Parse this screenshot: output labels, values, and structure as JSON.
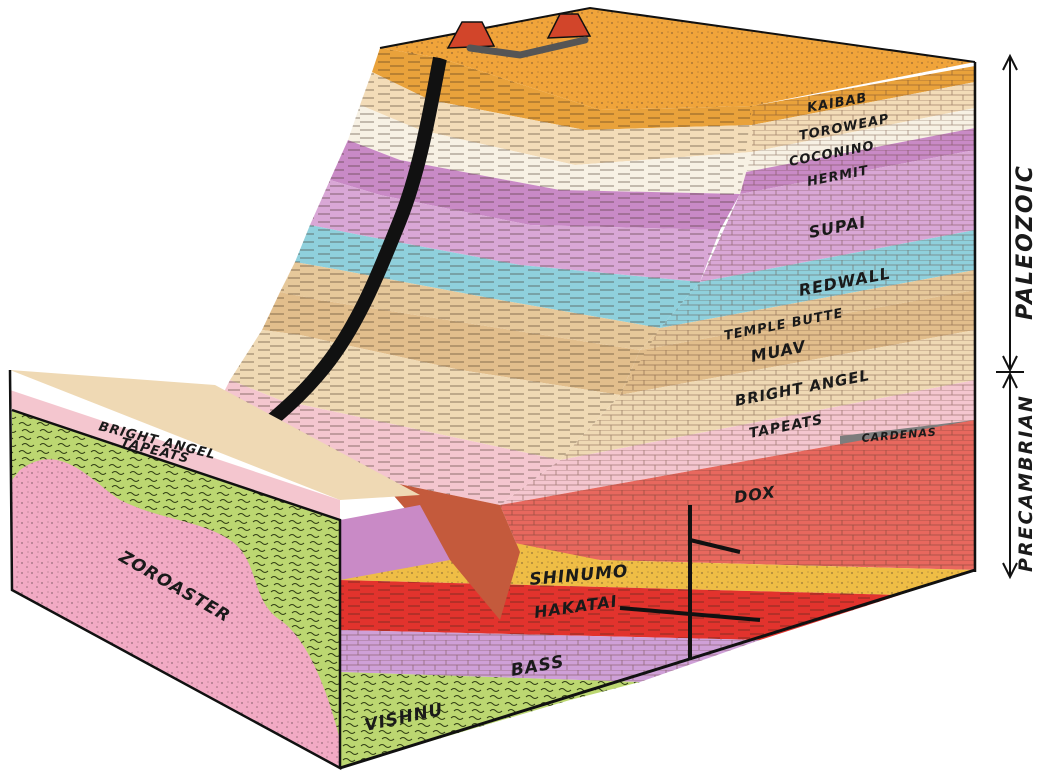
{
  "paleozoic_layers": [
    {
      "name": "KAIBAB",
      "color": "#e9a23b"
    },
    {
      "name": "TOROWEAP",
      "color": "#f3dcb8"
    },
    {
      "name": "COCONINO",
      "color": "#f7f1e4"
    },
    {
      "name": "HERMIT",
      "color": "#c98ac6"
    },
    {
      "name": "SUPAI",
      "color": "#d9a7d6"
    },
    {
      "name": "REDWALL",
      "color": "#8fd0dc"
    },
    {
      "name": "TEMPLE BUTTE",
      "color": "#e6c89a"
    },
    {
      "name": "MUAV",
      "color": "#e2be8c"
    },
    {
      "name": "BRIGHT ANGEL",
      "color": "#efd9b4"
    },
    {
      "name": "TAPEATS",
      "color": "#f4c6cf"
    }
  ],
  "precambrian_layers": [
    {
      "name": "CARDENAS",
      "color": "#7d7d7d"
    },
    {
      "name": "DOX",
      "color": "#e8685e"
    },
    {
      "name": "SHINUMO",
      "color": "#efbd45"
    },
    {
      "name": "HAKATAI",
      "color": "#e2332d"
    },
    {
      "name": "BASS",
      "color": "#cfa0d8"
    },
    {
      "name": "VISHNU",
      "color": "#bcd771"
    },
    {
      "name": "ZOROASTER",
      "color": "#f2aac4"
    }
  ],
  "front_block_labels": {
    "bright_angel": "BRIGHT ANGEL",
    "tapeats": "TAPEATS"
  },
  "eras": {
    "paleozoic": "PALEOZOIC",
    "precambrian": "PRECAMBRIAN"
  }
}
